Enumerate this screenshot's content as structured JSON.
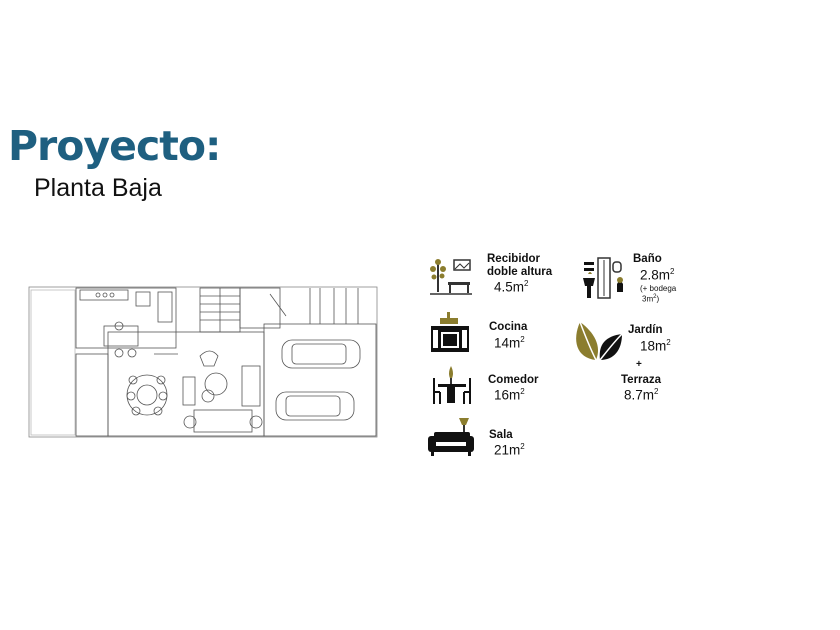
{
  "header": {
    "title": "Proyecto:",
    "subtitle": "Planta Baja"
  },
  "legend": {
    "recibidor": {
      "label_line1": "Recibidor",
      "label_line2": "doble  altura",
      "area": "4.5m",
      "unit_exp": "2",
      "icon": "lamp-table-icon"
    },
    "cocina": {
      "label": "Cocina",
      "area": "14m",
      "unit_exp": "2",
      "icon": "stove-icon"
    },
    "comedor": {
      "label": "Comedor",
      "area": "16m",
      "unit_exp": "2",
      "icon": "dining-table-icon"
    },
    "sala": {
      "label": "Sala",
      "area": "21m",
      "unit_exp": "2",
      "icon": "sofa-icon"
    },
    "bano": {
      "label": "Baño",
      "area": "2.8m",
      "unit_exp": "2",
      "note_line1": "(+ bodega",
      "note_line2": "3m",
      "note_exp": "2",
      "note_close": ")",
      "icon": "bathroom-icon"
    },
    "jardin": {
      "label": "Jardín",
      "area": "18m",
      "unit_exp": "2",
      "icon": "leaf-icon",
      "accent": "#8b7d2e"
    },
    "terraza": {
      "plus": "+",
      "label": "Terraza",
      "area": "8.7m",
      "unit_exp": "2"
    }
  },
  "colors": {
    "title": "#1e5f80",
    "accent": "#8b7d2e",
    "icon": "#111111"
  }
}
